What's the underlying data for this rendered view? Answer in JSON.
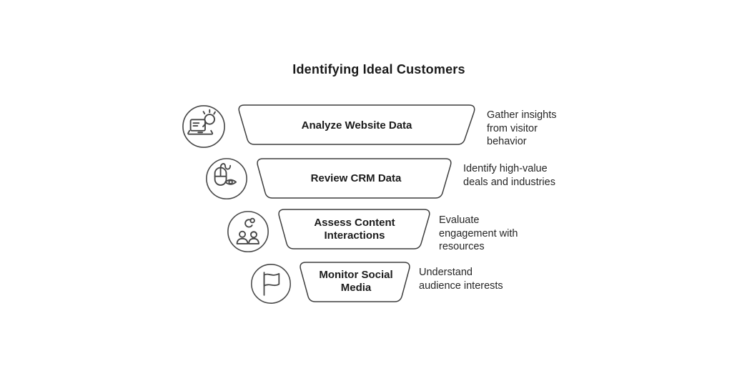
{
  "title": "Identifying Ideal Customers",
  "colors": {
    "background": "#ffffff",
    "outline_stroke": "#3d3d3d",
    "icon_stroke": "#474747",
    "title_text": "#1a1a1a",
    "label_text": "#1b1b1b",
    "description_text": "#262626"
  },
  "funnel": {
    "steps": [
      {
        "label": "Analyze Website Data",
        "description": "Gather insights from visitor behavior",
        "icon": "laptop-search-icon"
      },
      {
        "label": "Review CRM Data",
        "description": "Identify high-value deals and industries",
        "icon": "mouse-eye-icon"
      },
      {
        "label": "Assess Content Interactions",
        "description": "Evaluate engagement with resources",
        "icon": "people-sync-icon"
      },
      {
        "label": "Monitor Social Media",
        "description": "Understand audience interests",
        "icon": "flag-icon"
      }
    ]
  }
}
